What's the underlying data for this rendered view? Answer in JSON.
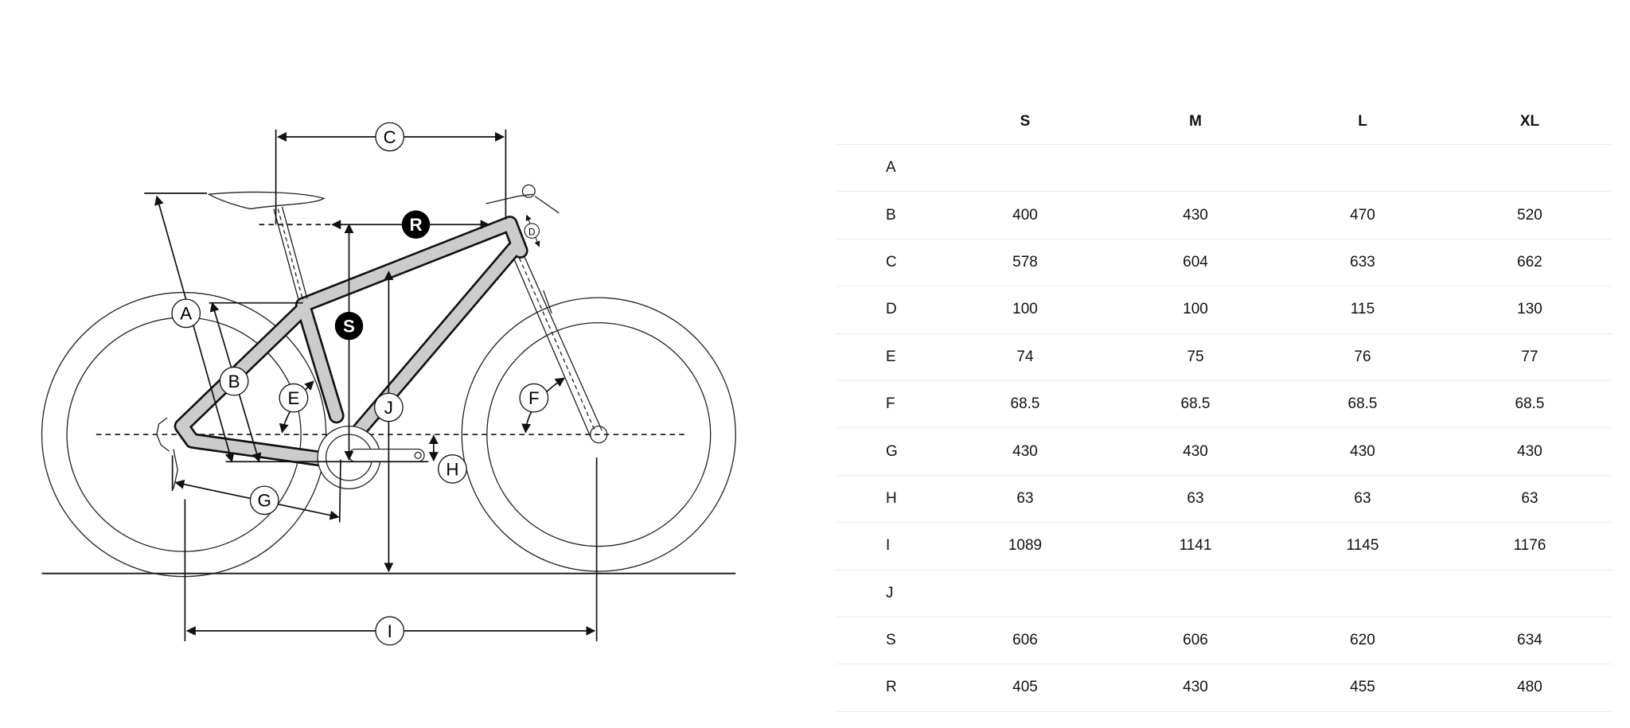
{
  "diagram": {
    "labels": [
      "A",
      "B",
      "C",
      "D",
      "E",
      "F",
      "G",
      "H",
      "I",
      "J",
      "S",
      "R"
    ]
  },
  "table": {
    "headers": [
      "S",
      "M",
      "L",
      "XL"
    ],
    "rows": [
      {
        "label": "A",
        "values": [
          "",
          "",
          "",
          ""
        ]
      },
      {
        "label": "B",
        "values": [
          "400",
          "430",
          "470",
          "520"
        ]
      },
      {
        "label": "C",
        "values": [
          "578",
          "604",
          "633",
          "662"
        ]
      },
      {
        "label": "D",
        "values": [
          "100",
          "100",
          "115",
          "130"
        ]
      },
      {
        "label": "E",
        "values": [
          "74",
          "75",
          "76",
          "77"
        ]
      },
      {
        "label": "F",
        "values": [
          "68.5",
          "68.5",
          "68.5",
          "68.5"
        ]
      },
      {
        "label": "G",
        "values": [
          "430",
          "430",
          "430",
          "430"
        ]
      },
      {
        "label": "H",
        "values": [
          "63",
          "63",
          "63",
          "63"
        ]
      },
      {
        "label": "I",
        "values": [
          "1089",
          "1141",
          "1145",
          "1176"
        ]
      },
      {
        "label": "J",
        "values": [
          "",
          "",
          "",
          ""
        ]
      },
      {
        "label": "S",
        "values": [
          "606",
          "606",
          "620",
          "634"
        ]
      },
      {
        "label": "R",
        "values": [
          "405",
          "430",
          "455",
          "480"
        ]
      }
    ]
  },
  "colors": {
    "frame": "#cccccc",
    "line": "#111111",
    "divider": "#ececec"
  }
}
